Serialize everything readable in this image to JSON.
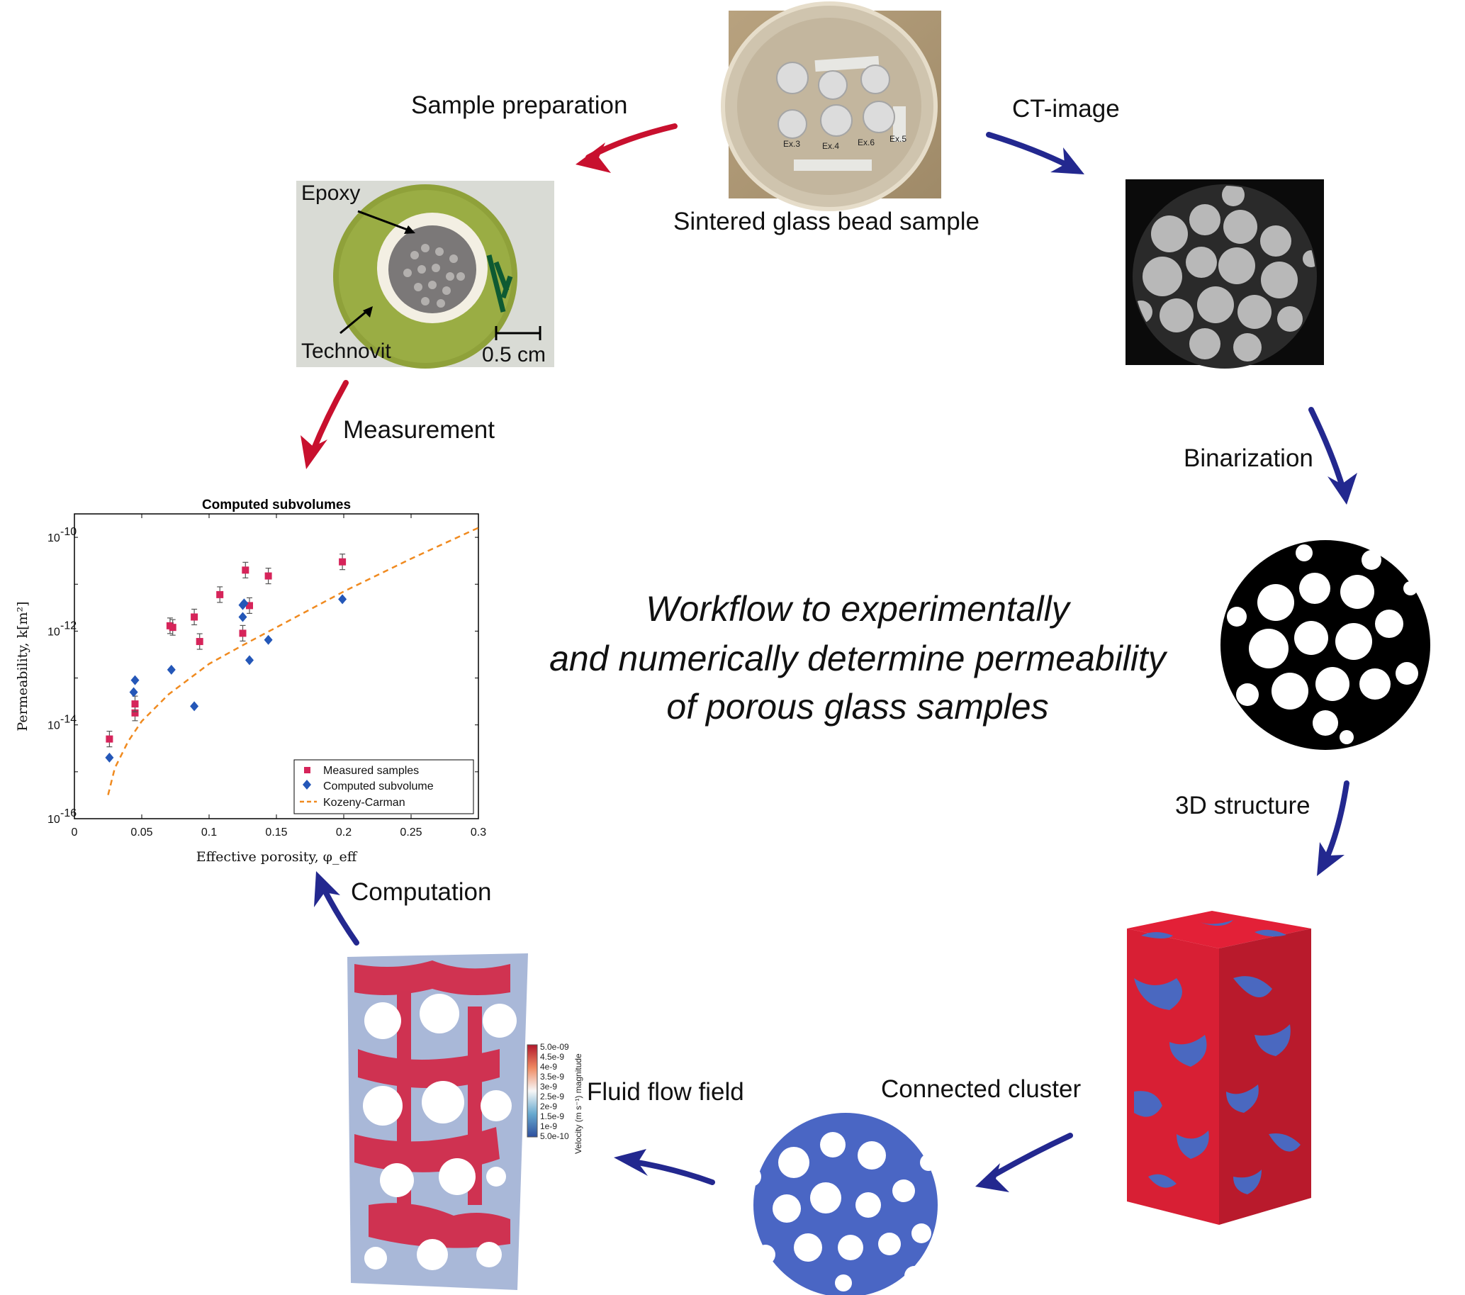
{
  "colors": {
    "red_arrow": "#c8102e",
    "blue_arrow": "#23288f",
    "structure_red": "#e32037",
    "structure_blue": "#4a68c0"
  },
  "labels": {
    "sample_preparation": "Sample preparation",
    "ct_image": "CT-image",
    "sintered_sample": "Sintered glass bead sample",
    "measurement": "Measurement",
    "binarization": "Binarization",
    "structure_3d": "3D structure",
    "connected_cluster": "Connected cluster",
    "fluid_flow_field": "Fluid flow field",
    "computation": "Computation"
  },
  "title_lines": [
    "Workflow to experimentally",
    "and numerically determine permeability",
    "of porous glass samples"
  ],
  "photo": {
    "epoxy": "Epoxy",
    "technovit": "Technovit",
    "scale": "0.5 cm",
    "dish_labels": [
      "Ex.3",
      "Ex.4",
      "Ex.6",
      "Ex.5"
    ]
  },
  "colorbar": {
    "title": "Velocity (m s⁻¹) magnitude",
    "ticks": [
      "5.0e-09",
      "4.5e-9",
      "4e-9",
      "3.5e-9",
      "3e-9",
      "2.5e-9",
      "2e-9",
      "1.5e-9",
      "1e-9",
      "5.0e-10"
    ]
  },
  "chart_data": {
    "type": "scatter",
    "title": "Computed subvolumes",
    "xlabel": "Effective porosity, φ_eff",
    "ylabel": "Permeability, k[m²]",
    "xlim": [
      0,
      0.3
    ],
    "ylim_log10": [
      -16,
      -9.5
    ],
    "log_y": true,
    "xticks": [
      "0",
      "0.05",
      "0.1",
      "0.15",
      "0.2",
      "0.25",
      "0.3"
    ],
    "yticks": [
      {
        "base": "10",
        "exp": "-10",
        "log": -10
      },
      {
        "base": "10",
        "exp": "-12",
        "log": -12
      },
      {
        "base": "10",
        "exp": "-14",
        "log": -14
      },
      {
        "base": "10",
        "exp": "-16",
        "log": -16
      }
    ],
    "legend_position": "bottom-right",
    "series": [
      {
        "name": "Measured samples",
        "marker": "square",
        "color": "#d6245a",
        "points": [
          [
            0.026,
            5e-15
          ],
          [
            0.045,
            1.8e-14
          ],
          [
            0.045,
            2.8e-14
          ],
          [
            0.071,
            1.3e-12
          ],
          [
            0.073,
            1.2e-12
          ],
          [
            0.089,
            2e-12
          ],
          [
            0.093,
            6e-13
          ],
          [
            0.108,
            6e-12
          ],
          [
            0.125,
            9e-13
          ],
          [
            0.127,
            2e-11
          ],
          [
            0.13,
            3.5e-12
          ],
          [
            0.144,
            1.5e-11
          ],
          [
            0.199,
            3e-11
          ]
        ]
      },
      {
        "name": "Computed subvolume",
        "marker": "diamond",
        "color": "#2457b8",
        "points": [
          [
            0.026,
            2e-15
          ],
          [
            0.044,
            5e-14
          ],
          [
            0.045,
            9e-14
          ],
          [
            0.072,
            1.5e-13
          ],
          [
            0.089,
            2.5e-14
          ],
          [
            0.125,
            2e-12
          ],
          [
            0.125,
            3.6e-12
          ],
          [
            0.126,
            3.9e-12
          ],
          [
            0.13,
            2.4e-13
          ],
          [
            0.144,
            6.5e-13
          ],
          [
            0.199,
            4.8e-12
          ]
        ]
      },
      {
        "name": "Kozeny-Carman",
        "style": "dashed",
        "color": "#f08a1f",
        "points": [
          [
            0.025,
            3.2e-16
          ],
          [
            0.03,
            1.2e-15
          ],
          [
            0.04,
            4.5e-15
          ],
          [
            0.05,
            1.2e-14
          ],
          [
            0.07,
            4.5e-14
          ],
          [
            0.1,
            2e-13
          ],
          [
            0.125,
            5e-13
          ],
          [
            0.15,
            1.2e-12
          ],
          [
            0.2,
            7e-12
          ],
          [
            0.25,
            3.5e-11
          ],
          [
            0.3,
            1.6e-10
          ]
        ]
      }
    ]
  }
}
